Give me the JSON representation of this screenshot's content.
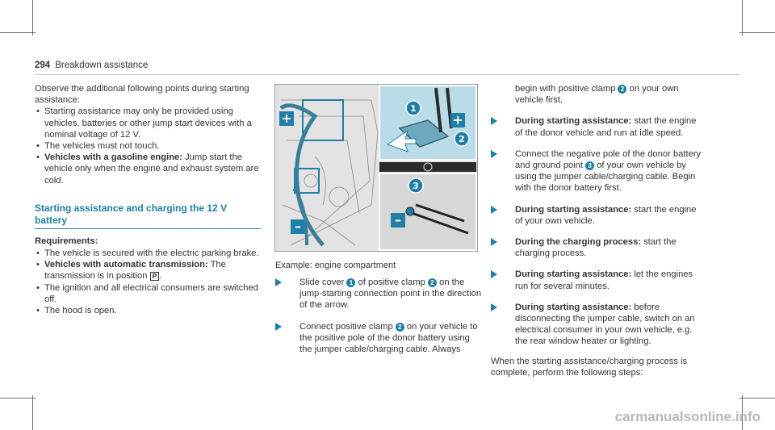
{
  "header": {
    "page_number": "294",
    "section": "Breakdown assistance"
  },
  "left_column": {
    "intro": "Observe the additional following points during starting assistance:",
    "bullets": [
      {
        "text": "Starting assistance may only be provided using vehicles, batteries or other jump start devices with a nominal voltage of 12 V."
      },
      {
        "text": "The vehicles must not touch."
      },
      {
        "bold": "Vehicles with a gasoline engine:",
        "text": " Jump start the vehicle only when the engine and exhaust system are cold."
      }
    ],
    "section_title_line1": "Starting assistance and charging the 12 V",
    "section_title_line2": "battery",
    "requirements_title": "Requirements:",
    "requirements": [
      {
        "text": "The vehicle is secured with the electric parking brake."
      },
      {
        "bold": "Vehicles with automatic transmission:",
        "text_before": " The transmission is in position ",
        "gear": "P",
        "text_after": "."
      },
      {
        "text": "The ignition and all electrical consumers are switched off."
      },
      {
        "text": "The hood is open."
      }
    ]
  },
  "figure": {
    "caption": "Example: engine compartment",
    "callouts": [
      "1",
      "2",
      "3"
    ],
    "plus_sign": "+",
    "minus_sign": "–",
    "colors": {
      "highlight": "#1f7fa6",
      "image_bg": "#d9d9d9",
      "callout_bg": "#1f7fa6"
    }
  },
  "middle_steps": [
    {
      "p1": "Slide cover ",
      "n1": "1",
      "p2": " of positive clamp ",
      "n2": "2",
      "p3": " on the jump-starting connection point in the direction of the arrow."
    },
    {
      "p1": "Connect positive clamp ",
      "n1": "2",
      "p2": " on your vehicle to the positive pole of the donor battery using the jumper cable/charging cable. Always"
    }
  ],
  "right_column": {
    "continuation": {
      "p1": "begin with positive clamp ",
      "n1": "2",
      "p2": " on your own vehicle first."
    },
    "steps": [
      {
        "bold": "During starting assistance:",
        "text": " start the engine of the donor vehicle and run at idle speed."
      },
      {
        "p1": "Connect the negative pole of the donor battery and ground point ",
        "n1": "3",
        "p2": " of your own vehicle by using the jumper cable/charging cable. Begin with the donor battery first."
      },
      {
        "bold": "During starting assistance:",
        "text": " start the engine of your own vehicle."
      },
      {
        "bold": "During the charging process:",
        "text": " start the charging process."
      },
      {
        "bold": "During starting assistance:",
        "text": " let the engines run for several minutes."
      },
      {
        "bold": "During starting assistance:",
        "text": " before disconnecting the jumper cable, switch on an electrical consumer in your own vehicle, e.g. the rear window heater or lighting."
      }
    ],
    "closing": "When the starting assistance/charging process is complete, perform the following steps:"
  },
  "watermark": "carmanualsonline.info"
}
